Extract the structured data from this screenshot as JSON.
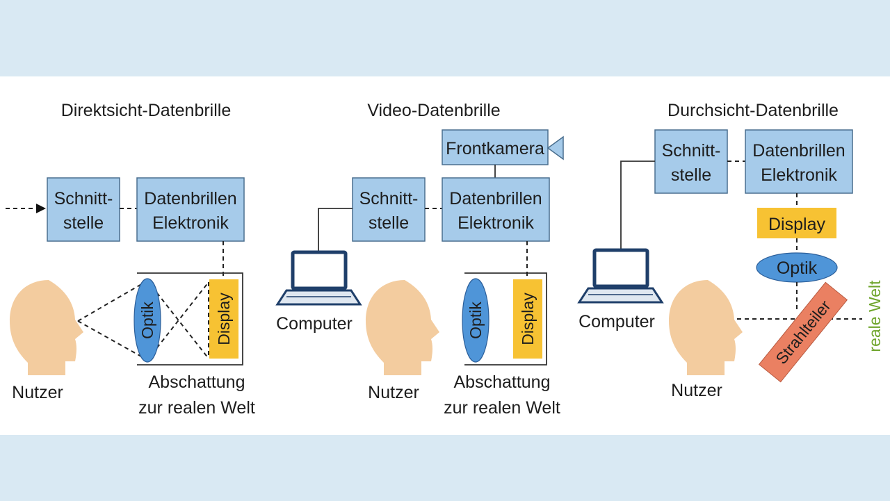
{
  "colors": {
    "background": "#d9e9f3",
    "panel": "#ffffff",
    "box_fill": "#a6cbea",
    "display_fill": "#f7c233",
    "lens_fill": "#4f95d8",
    "head_fill": "#f3cc9f",
    "beam_splitter_fill": "#ea8062",
    "real_world_text": "#6fa52c"
  },
  "panels": {
    "direct": {
      "title": "Direktsicht-Datenbrille",
      "interface": [
        "Schnitt-",
        "stelle"
      ],
      "electronics": [
        "Datenbrillen",
        "Elektronik"
      ],
      "optics": "Optik",
      "display": "Display",
      "user": "Nutzer",
      "shading": [
        "Abschattung",
        "zur realen Welt"
      ]
    },
    "video": {
      "title": "Video-Datenbrille",
      "camera": "Frontkamera",
      "interface": [
        "Schnitt-",
        "stelle"
      ],
      "electronics": [
        "Datenbrillen",
        "Elektronik"
      ],
      "computer": "Computer",
      "optics": "Optik",
      "display": "Display",
      "user": "Nutzer",
      "shading": [
        "Abschattung",
        "zur realen Welt"
      ]
    },
    "seethrough": {
      "title": "Durchsicht-Datenbrille",
      "interface": [
        "Schnitt-",
        "stelle"
      ],
      "electronics": [
        "Datenbrillen",
        "Elektronik"
      ],
      "display": "Display",
      "optics": "Optik",
      "computer": "Computer",
      "user": "Nutzer",
      "beam_splitter": "Strahlteiler",
      "real_world": "reale Welt"
    }
  }
}
